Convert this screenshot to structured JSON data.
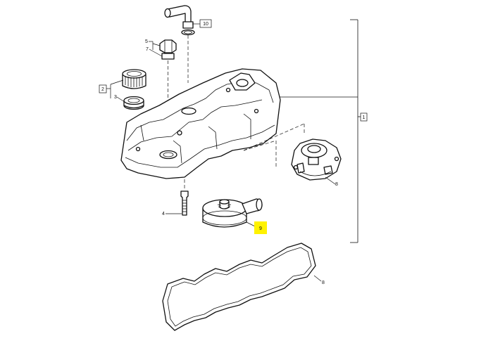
{
  "callouts": {
    "ref_1": "1",
    "ref_2": "2",
    "ref_3": "3",
    "ref_4": "4",
    "ref_5": "5",
    "ref_7": "7",
    "ref_8_pcv": "8",
    "ref_8_gasket": "8",
    "ref_9": "9",
    "ref_10": "10"
  },
  "highlight": {
    "callout": "9",
    "color": "#fff200"
  }
}
